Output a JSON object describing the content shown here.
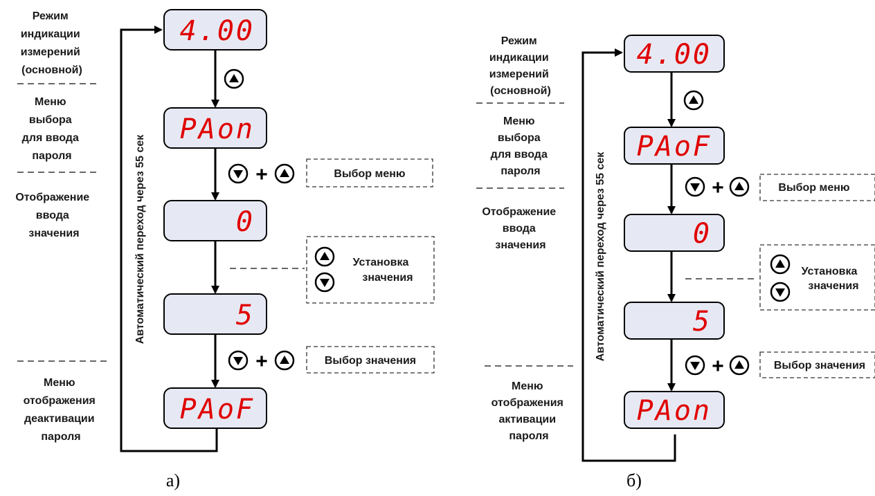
{
  "diagrams": [
    {
      "caption": "а)",
      "side_label": "Автоматический переход через 55 сек",
      "labels": {
        "mode_lines": [
          "Режим",
          "индикации",
          "измерений",
          "(основной)"
        ],
        "menu_lines": [
          "Меню",
          "выбора",
          "для ввода",
          "пароля"
        ],
        "input_lines": [
          "Отображение",
          "ввода",
          "значения"
        ],
        "final_lines": [
          "Меню",
          "отображения",
          "деактивации",
          "пароля"
        ]
      },
      "displays": [
        "4.00",
        "PAon",
        "0",
        "5",
        "PAoF"
      ],
      "actions": {
        "menu_select": "Выбор меню",
        "set_value_1": "Установка",
        "set_value_2": "значения",
        "value_select": "Выбор значения"
      }
    },
    {
      "caption": "б)",
      "side_label": "Автоматический переход через 55 сек",
      "labels": {
        "mode_lines": [
          "Режим",
          "индикации",
          "измерений",
          "(основной)"
        ],
        "menu_lines": [
          "Меню",
          "выбора",
          "для ввода",
          "пароля"
        ],
        "input_lines": [
          "Отображение",
          "ввода",
          "значения"
        ],
        "final_lines": [
          "Меню",
          "отображения",
          "активации",
          "пароля"
        ]
      },
      "displays": [
        "4.00",
        "PAoF",
        "0",
        "5",
        "PAon"
      ],
      "actions": {
        "menu_select": "Выбор меню",
        "set_value_1": "Установка",
        "set_value_2": "значения",
        "value_select": "Выбор значения"
      }
    }
  ],
  "icons": [
    "up-arrow-button-icon",
    "down-arrow-button-icon",
    "plus-icon"
  ],
  "colors": {
    "display_text": "#e00000",
    "display_bg": "#e6e9f3",
    "line": "#000000"
  }
}
